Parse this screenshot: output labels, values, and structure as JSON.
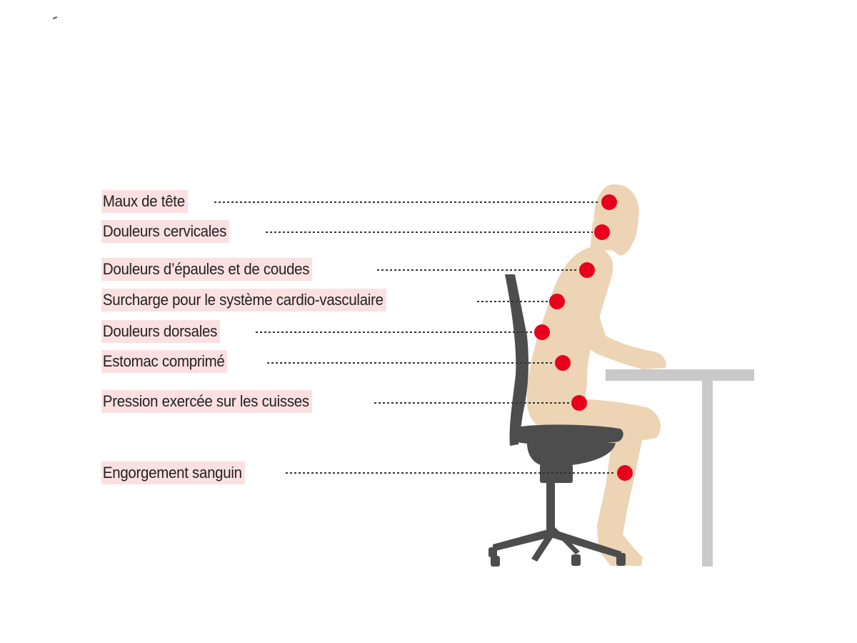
{
  "colors": {
    "label_highlight": "#fbe0e2",
    "marker": "#e8001c",
    "leader_line": "#333333",
    "body": "#ecd4b4",
    "body_shade": "#e3c7a2",
    "chair": "#4d4d4d",
    "desk": "#c9c9c9"
  },
  "labels": [
    {
      "id": "head",
      "text": "Maux de tête"
    },
    {
      "id": "neck",
      "text": "Douleurs cervicales"
    },
    {
      "id": "shoulders",
      "text": "Douleurs d’épaules et de coudes"
    },
    {
      "id": "cardio",
      "text": "Surcharge pour le système cardio-vasculaire"
    },
    {
      "id": "back",
      "text": "Douleurs dorsales"
    },
    {
      "id": "stomach",
      "text": "Estomac comprimé"
    },
    {
      "id": "thighs",
      "text": "Pression exercée sur les cuisses"
    },
    {
      "id": "blood",
      "text": "Engorgement sanguin"
    }
  ],
  "icons": {
    "figure": "seated-person-icon",
    "chair": "office-chair-icon",
    "desk": "desk-icon",
    "marker": "pain-point-icon"
  }
}
